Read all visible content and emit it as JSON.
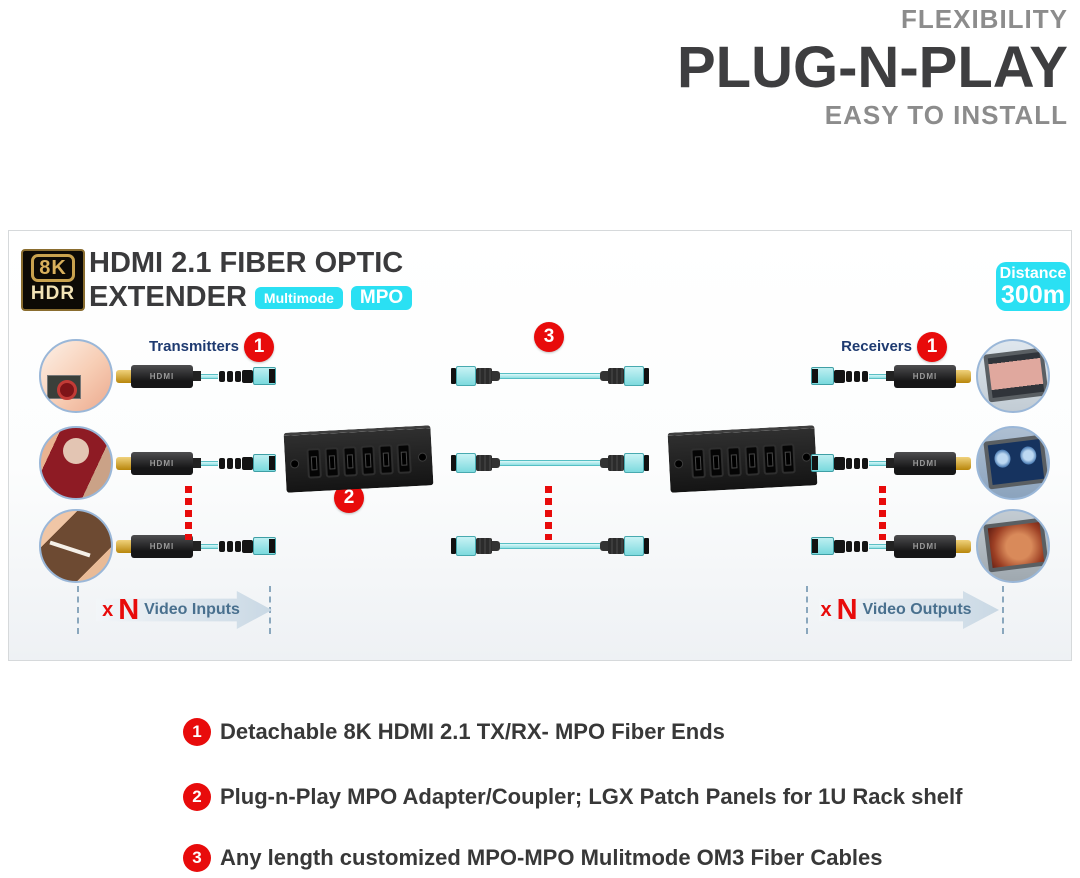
{
  "header": {
    "line1": "FLEXIBILITY",
    "line2": "PLUG-N-PLAY",
    "line3": "EASY TO INSTALL"
  },
  "panel": {
    "badge_8k": "8K",
    "badge_hdr": "HDR",
    "title_line1": "HDMI 2.1 FIBER OPTIC",
    "title_line2": "EXTENDER",
    "badge_multimode": "Multimode",
    "badge_mpo": "MPO",
    "distance_label": "Distance",
    "distance_value": "300m",
    "transmitters_label": "Transmitters",
    "receivers_label": "Receivers",
    "device_port_label": "HDMI",
    "marker1": "1",
    "marker2": "2",
    "marker3": "3",
    "flow_x": "x",
    "flow_n": "N",
    "inputs_label": "Video Inputs",
    "outputs_label": "Video Outputs"
  },
  "legend": {
    "items": [
      {
        "num": "1",
        "text": "Detachable 8K HDMI 2.1 TX/RX- MPO Fiber Ends"
      },
      {
        "num": "2",
        "text": "Plug-n-Play MPO Adapter/Coupler; LGX Patch Panels for 1U Rack shelf"
      },
      {
        "num": "3",
        "text": "Any length customized MPO-MPO Mulitmode OM3 Fiber Cables"
      }
    ]
  },
  "colors": {
    "accent_cyan": "#2AE0F3",
    "marker_red": "#E80B0B",
    "label_navy": "#1E3A70",
    "flow_steel_blue": "#49708E",
    "fiber_aqua": "#8FE0E3",
    "badge_gold": "#C9A24E"
  }
}
